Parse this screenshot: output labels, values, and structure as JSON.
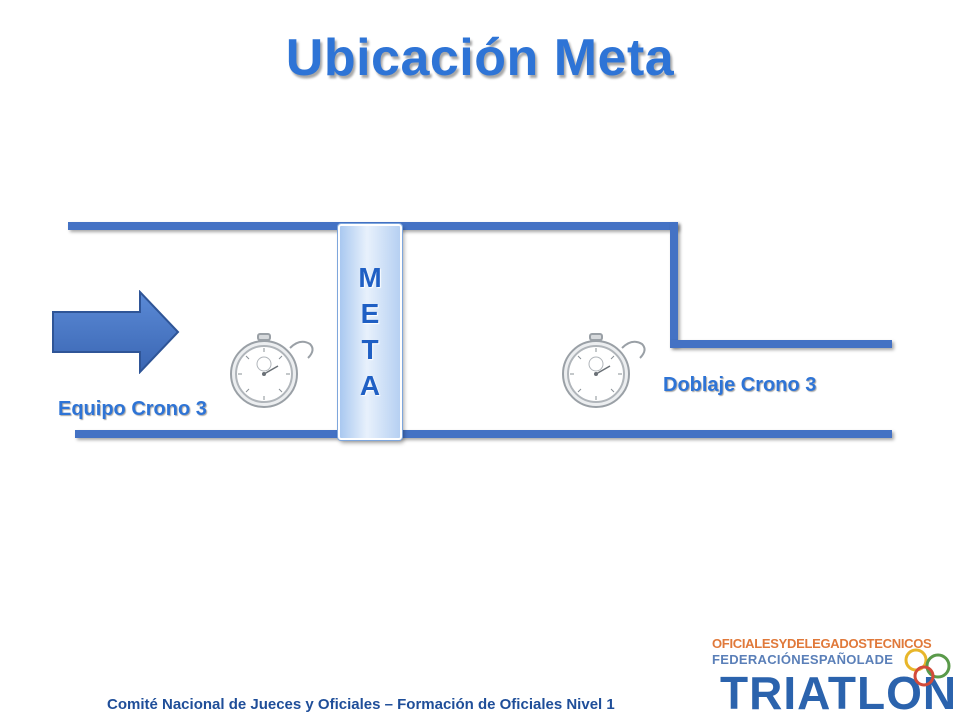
{
  "slide": {
    "title": "Ubicación Meta",
    "finish_letters": [
      "M",
      "E",
      "T",
      "A"
    ],
    "left_label": "Equipo Crono 3",
    "right_label": "Doblaje Crono 3",
    "footer": "Comité Nacional de Jueces y Oficiales – Formación de Oficiales Nivel 1"
  },
  "logo": {
    "line1": "OFICIALESYDELEGADOSTECNICOS",
    "line2": "FEDERACIÓNESPAÑOLADE",
    "word": "TRIATLON"
  },
  "colors": {
    "title": "#2e74d6",
    "course_line": "#4472c4",
    "arrow": "#4a78c8",
    "finish_letters": "#1f5fc4"
  },
  "icons": [
    "arrow-right-icon",
    "stopwatch-icon",
    "olympic-rings-icon"
  ]
}
